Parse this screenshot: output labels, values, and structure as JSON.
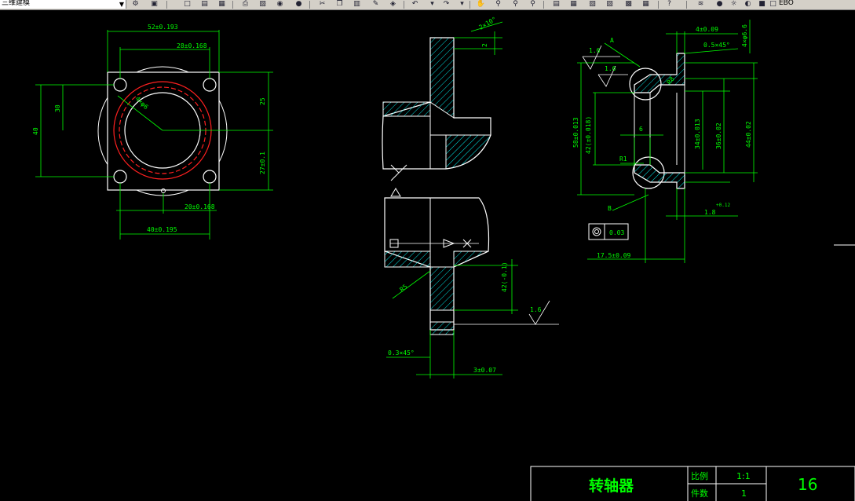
{
  "toolbar": {
    "workspace": "三维建模",
    "layer_name": "EBO"
  },
  "front_view": {
    "dim_top_overall": "52±0.193",
    "dim_top_inner": "28±0.168",
    "dim_left_overall": "40",
    "dim_left_inner": "30",
    "dim_right_upper": "25",
    "dim_right_lower": "27±0.1",
    "dim_bottom_inner": "20±0.168",
    "dim_bottom_overall": "40±0.195",
    "hole_label": "4×φ6"
  },
  "section_view": {
    "angle_label": "2×10°",
    "top_small_dim": "2",
    "chamfer_label": "0.3×45°",
    "width_label": "3±0.07",
    "height_label": "42(-0.1)",
    "radius_label": "R5",
    "roughness_value": "1.6"
  },
  "side_view": {
    "dim_top_width": "4±0.09",
    "chamfer_label": "0.5×45°",
    "dim_vertical_top": "4×φ6.6",
    "roughness_a": "1.6",
    "roughness_b": "1.6",
    "leader_a": "A",
    "leader_b": "B",
    "dim_left_outer": "58±0.013",
    "dim_left_inner": "42(±0.018)",
    "slot_width": "6",
    "radius_label": "R1",
    "dim_right_1": "34±0.013",
    "dim_right_2": "36±0.02",
    "dim_right_3": "44±0.02",
    "bottom_small": "1.8",
    "bottom_small_tol": "+0.12",
    "concentricity_value": "0.03",
    "dim_bottom_length": "17.5±0.09",
    "r_top": "R8"
  },
  "title_block": {
    "part_name": "转轴器",
    "scale_label": "比例",
    "scale_value": "1:1",
    "qty_label": "件数",
    "qty_value": "1",
    "drawing_number": "16"
  }
}
